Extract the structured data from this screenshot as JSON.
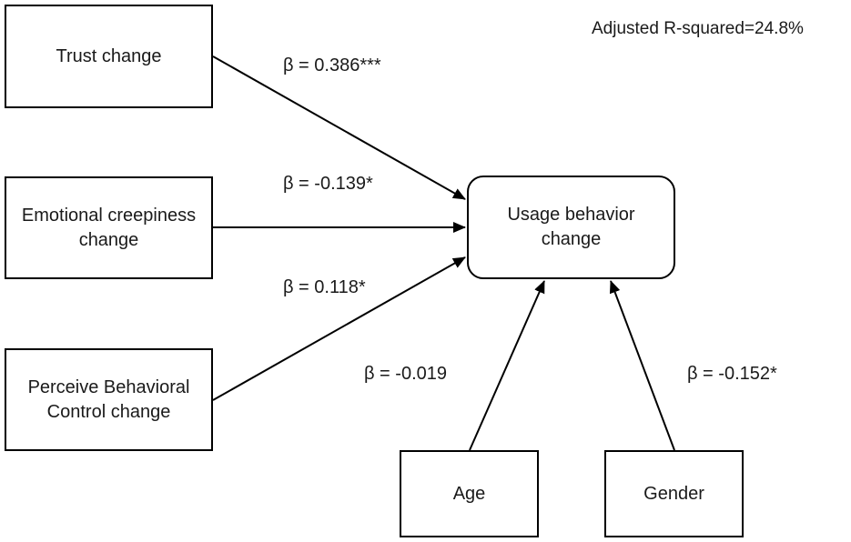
{
  "note": "Adjusted R-squared=24.8%",
  "nodes": {
    "trust": "Trust change",
    "emotional": "Emotional creepiness\nchange",
    "pbc": "Perceive Behavioral\nControl change",
    "usage": "Usage behavior\nchange",
    "age": "Age",
    "gender": "Gender"
  },
  "paths": {
    "trust": "β = 0.386***",
    "emotional": "β = -0.139*",
    "pbc": "β = 0.118*",
    "age": "β = -0.019",
    "gender": "β = -0.152*"
  },
  "colors": {
    "stroke": "#000000",
    "text": "#1a1a1a"
  }
}
